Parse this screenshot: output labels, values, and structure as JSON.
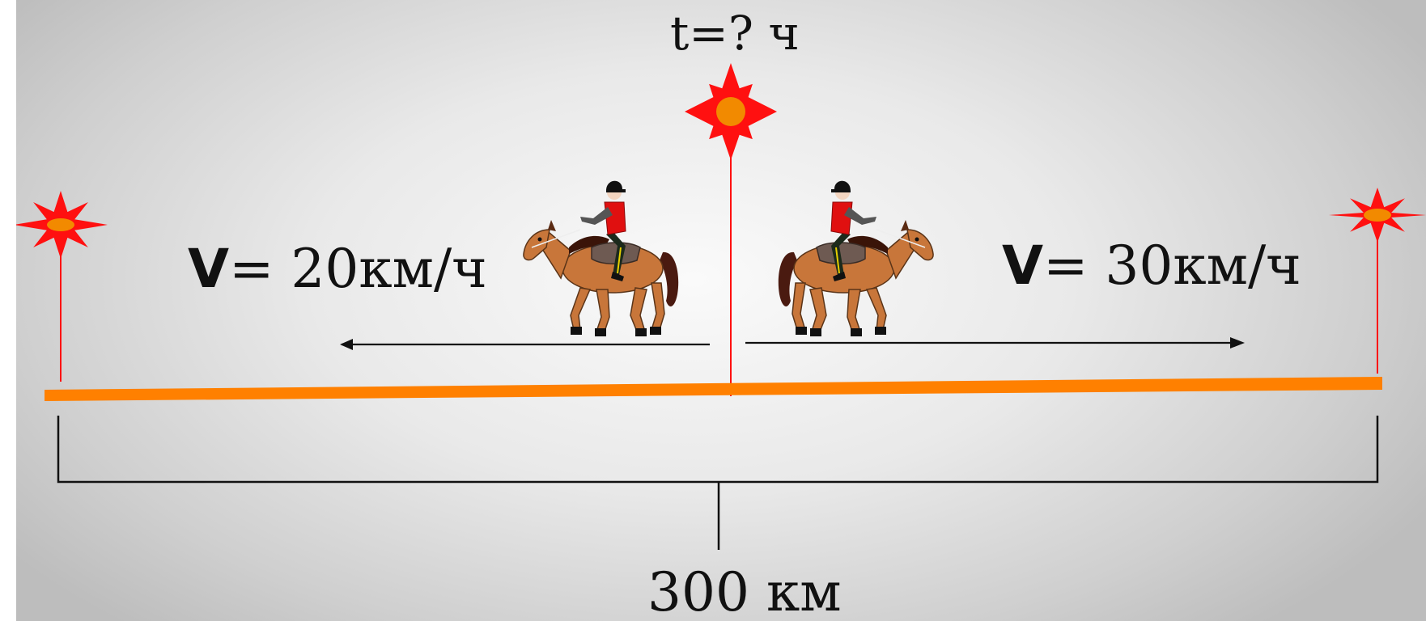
{
  "question": {
    "time": "t=? ч"
  },
  "left_rider": {
    "speed_symbol": "V",
    "speed_value": "= 20км/ч"
  },
  "right_rider": {
    "speed_symbol": "V",
    "speed_value": "= 30км/ч"
  },
  "distance": {
    "label": "300 км"
  },
  "colors": {
    "road": "#ff8000",
    "marker": "#ff1010",
    "marker_center": "#f28a00",
    "horse": "#c8763a",
    "jacket": "#e01010"
  }
}
